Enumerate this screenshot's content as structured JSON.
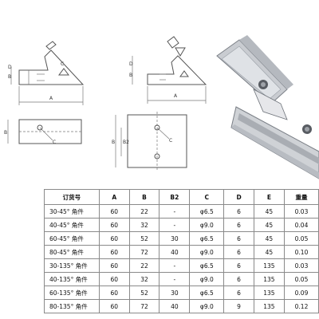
{
  "drawing_labels": {
    "dim_a": "A",
    "dim_b": "B",
    "dim_b2": "B2",
    "dim_c": "C",
    "dim_d": "D"
  },
  "table": {
    "headers": [
      "订货号",
      "A",
      "B",
      "B2",
      "C",
      "D",
      "E",
      "重量"
    ],
    "rows": [
      [
        "30-45° 角件",
        "60",
        "22",
        "-",
        "φ6.5",
        "6",
        "45",
        "0.03"
      ],
      [
        "40-45° 角件",
        "60",
        "32",
        "-",
        "φ9.0",
        "6",
        "45",
        "0.04"
      ],
      [
        "60-45° 角件",
        "60",
        "52",
        "30",
        "φ6.5",
        "6",
        "45",
        "0.05"
      ],
      [
        "80-45° 角件",
        "60",
        "72",
        "40",
        "φ9.0",
        "6",
        "45",
        "0.10"
      ],
      [
        "30-135° 角件",
        "60",
        "22",
        "-",
        "φ6.5",
        "6",
        "135",
        "0.03"
      ],
      [
        "40-135° 角件",
        "60",
        "32",
        "-",
        "φ9.0",
        "6",
        "135",
        "0.05"
      ],
      [
        "60-135° 角件",
        "60",
        "52",
        "30",
        "φ6.5",
        "6",
        "135",
        "0.09"
      ],
      [
        "80-135° 角件",
        "60",
        "72",
        "40",
        "φ9.0",
        "9",
        "135",
        "0.12"
      ]
    ]
  }
}
